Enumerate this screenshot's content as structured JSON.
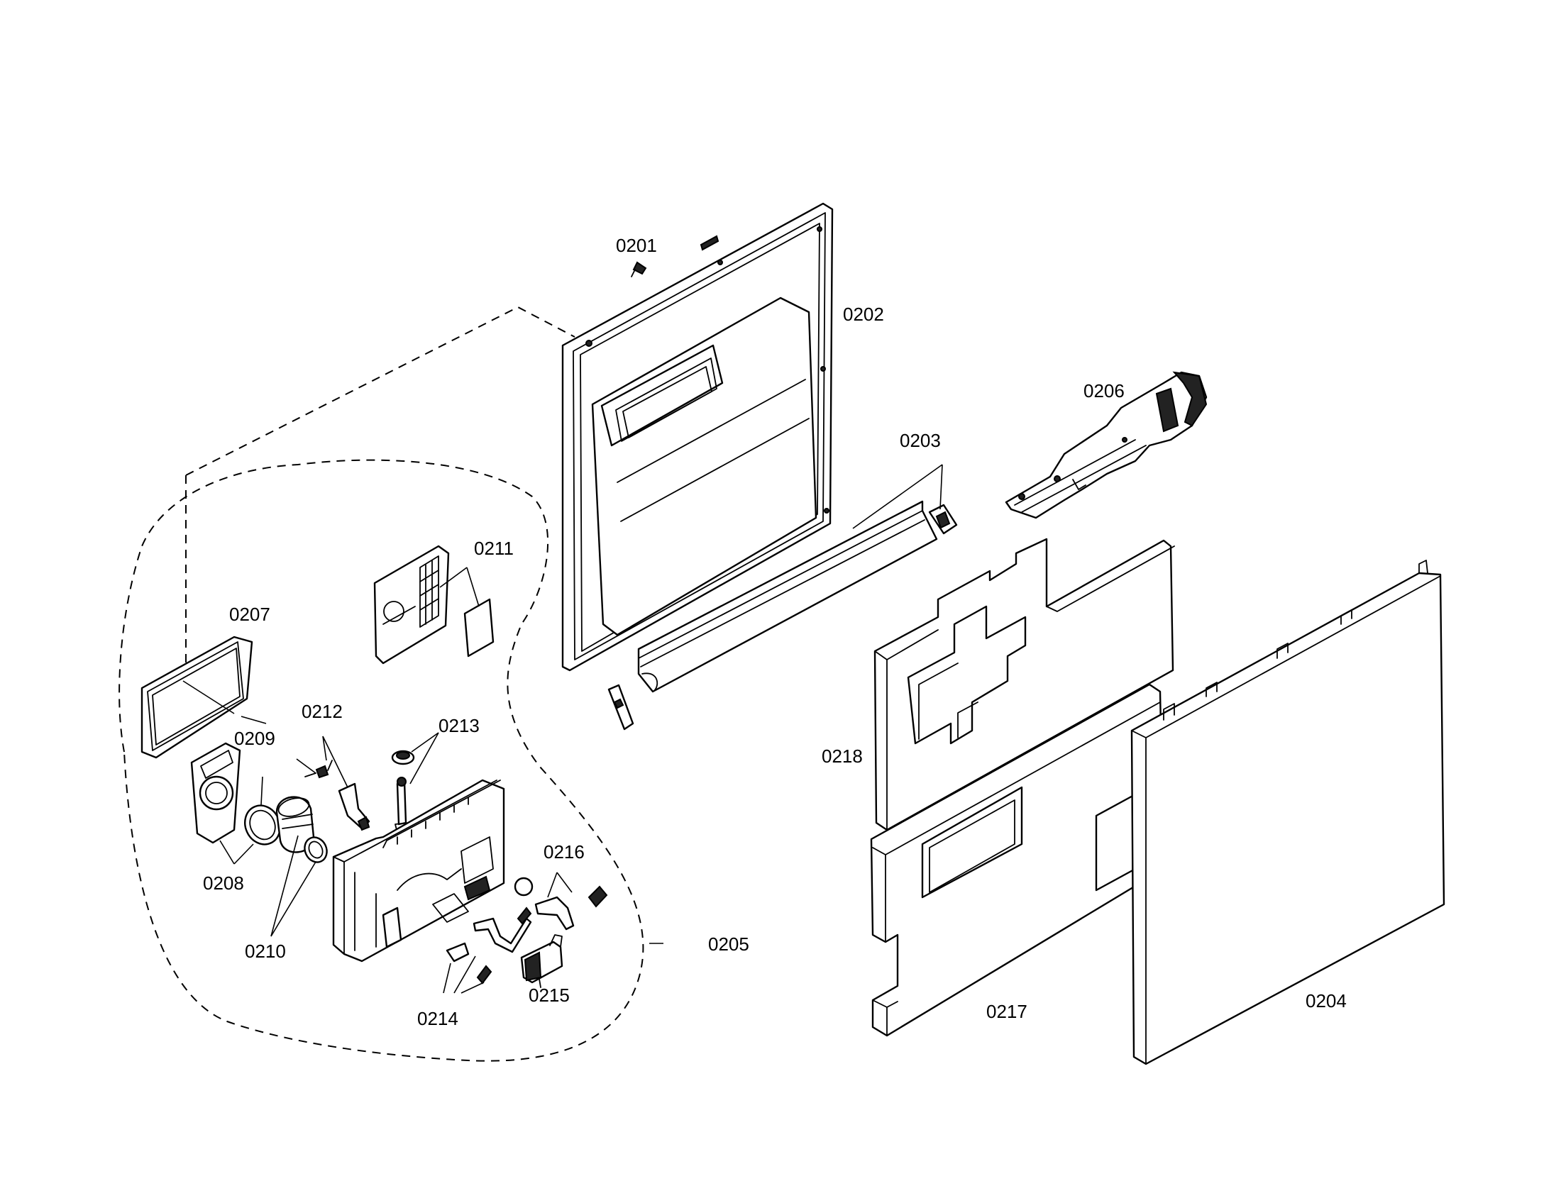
{
  "callouts": {
    "c0201": "0201",
    "c0202": "0202",
    "c0203": "0203",
    "c0204": "0204",
    "c0205": "0205",
    "c0206": "0206",
    "c0207": "0207",
    "c0208": "0208",
    "c0209": "0209",
    "c0210": "0210",
    "c0211": "0211",
    "c0212": "0212",
    "c0213": "0213",
    "c0214": "0214",
    "c0215": "0215",
    "c0216": "0216",
    "c0217": "0217",
    "c0218": "0218"
  }
}
